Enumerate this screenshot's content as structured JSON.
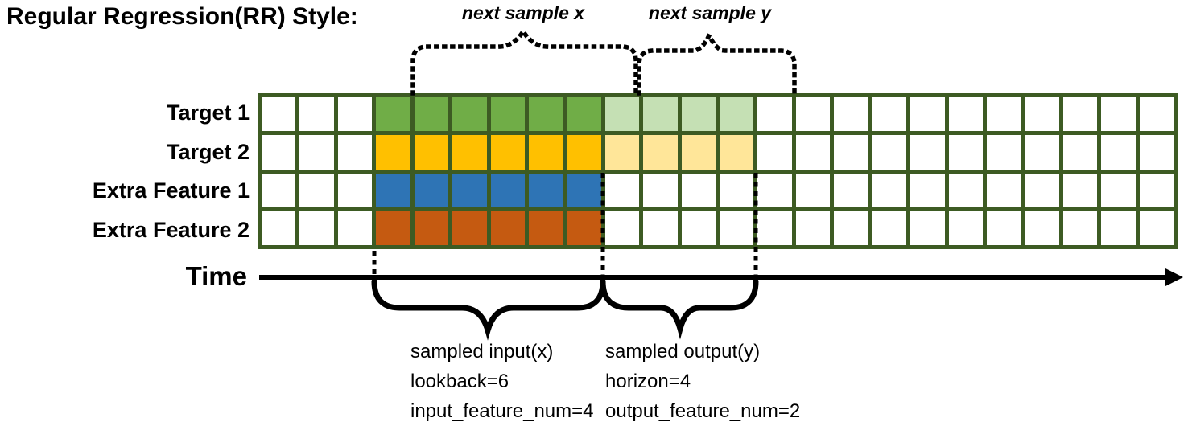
{
  "title": "Regular Regression(RR) Style:",
  "top_annotations": {
    "next_sample_x": "next sample x",
    "next_sample_y": "next sample y"
  },
  "rows": [
    {
      "label": "Target 1",
      "input_color": "#70AD47",
      "output_color": "#C5E0B4"
    },
    {
      "label": "Target 2",
      "input_color": "#FFC000",
      "output_color": "#FFE699"
    },
    {
      "label": "Extra Feature 1",
      "input_color": "#2E74B5",
      "output_color": null
    },
    {
      "label": "Extra Feature 2",
      "input_color": "#C55A11",
      "output_color": null
    }
  ],
  "grid": {
    "columns": 24,
    "input_start_col": 3,
    "input_cols": 6,
    "output_cols": 4,
    "border_color": "#3D5B23",
    "empty_color": "#FFFFFF"
  },
  "time_axis_label": "Time",
  "input_annotation": {
    "line1": "sampled input(x)",
    "line2": "lookback=6",
    "line3": "input_feature_num=4"
  },
  "output_annotation": {
    "line1": "sampled output(y)",
    "line2": "horizon=4",
    "line3": "output_feature_num=2"
  }
}
